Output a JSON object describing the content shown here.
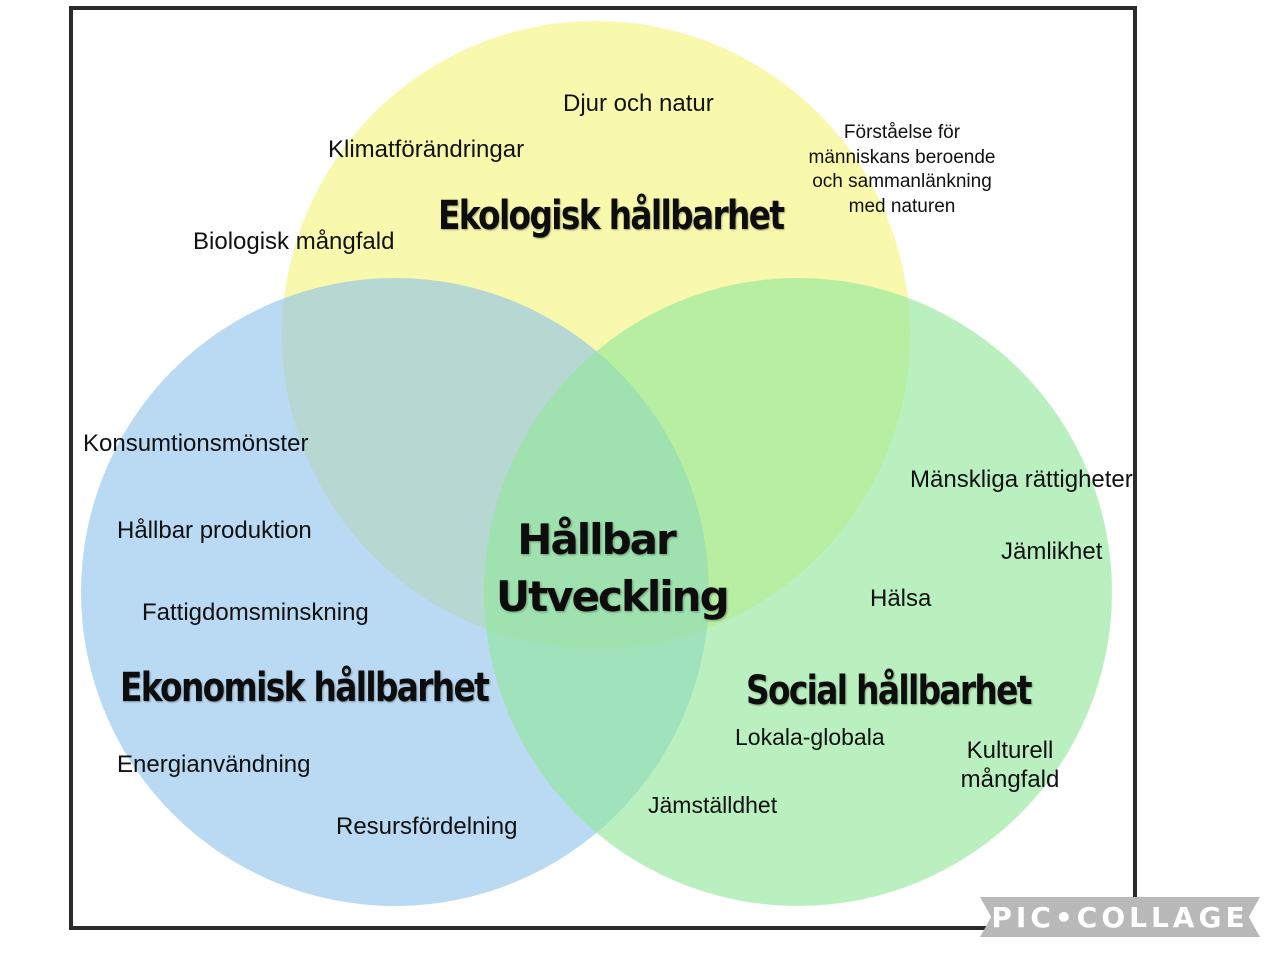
{
  "colors": {
    "ecological": "#f4f57a",
    "economic": "#8fc1ea",
    "social": "#8fe69a",
    "frame": "#2b2b2b"
  },
  "ecological": {
    "heading": "Ekologisk hållbarhet",
    "items": {
      "animals": "Djur och natur",
      "climate": "Klimatförändringar",
      "biodiversity": "Biologisk mångfald",
      "understanding": "Förståelse för människans beroende och sammanlänkning med naturen"
    }
  },
  "economic": {
    "heading": "Ekonomisk hållbarhet",
    "items": {
      "consumption": "Konsumtionsmönster",
      "production": "Hållbar produktion",
      "poverty": "Fattigdomsminskning",
      "energy": "Energianvändning",
      "resources": "Resursfördelning"
    }
  },
  "social": {
    "heading": "Social hållbarhet",
    "items": {
      "rights": "Mänskliga rättigheter",
      "equality": "Jämlikhet",
      "health": "Hälsa",
      "local_global": "Lokala-globala",
      "culture": "Kulturell mångfald",
      "gender": "Jämställdhet"
    }
  },
  "center": {
    "line1": "Hållbar",
    "line2": "Utveckling"
  },
  "watermark": "PIC•COLLAGE"
}
